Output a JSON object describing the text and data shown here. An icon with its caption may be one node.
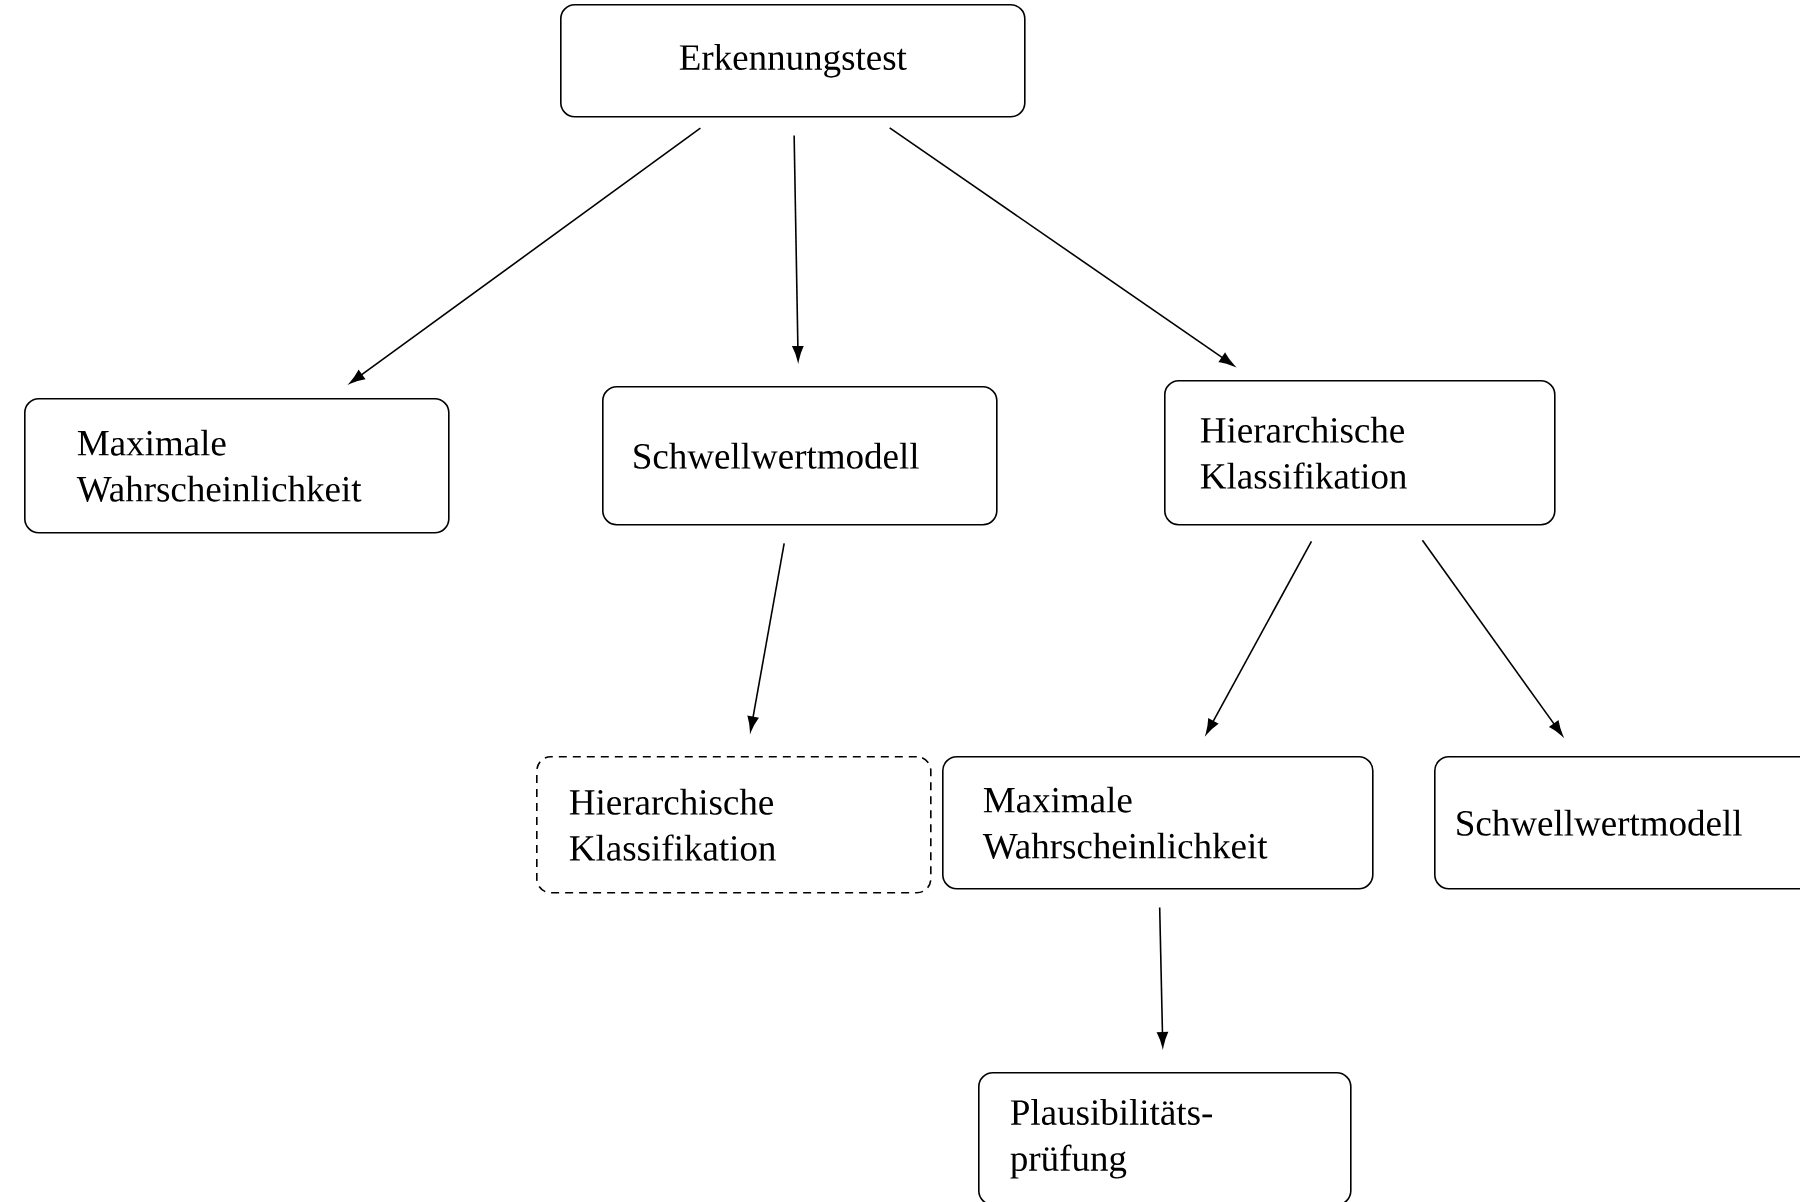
{
  "diagram": {
    "nodes": [
      {
        "text": [
          "Erkennungstest"
        ]
      },
      {
        "text": [
          "Maximale Wahrscheinlichkeit"
        ]
      },
      {
        "text": [
          "Schwellwertmodell"
        ]
      },
      {
        "text": [
          "Hierarchische Klassifikation"
        ]
      },
      {
        "text": [
          "Hierarchische Klassifikation"
        ]
      },
      {
        "text": [
          "Maximale Wahrscheinlichkeit"
        ]
      },
      {
        "text": [
          "Schwellwertmodell"
        ]
      },
      {
        "text": [
          "Plausibilitäts- prüfung"
        ]
      }
    ],
    "edges": [
      {
        "from": 0,
        "to": 1,
        "arrow": "to"
      },
      {
        "from": 0,
        "to": 2,
        "arrow": "to"
      },
      {
        "from": 0,
        "to": 3,
        "arrow": "to"
      },
      {
        "from": 2,
        "to": 4,
        "arrow": "to"
      },
      {
        "from": 3,
        "to": 5,
        "arrow": "to"
      },
      {
        "from": 3,
        "to": 6,
        "arrow": "to"
      },
      {
        "from": 5,
        "to": 7,
        "arrow": "to"
      }
    ]
  }
}
